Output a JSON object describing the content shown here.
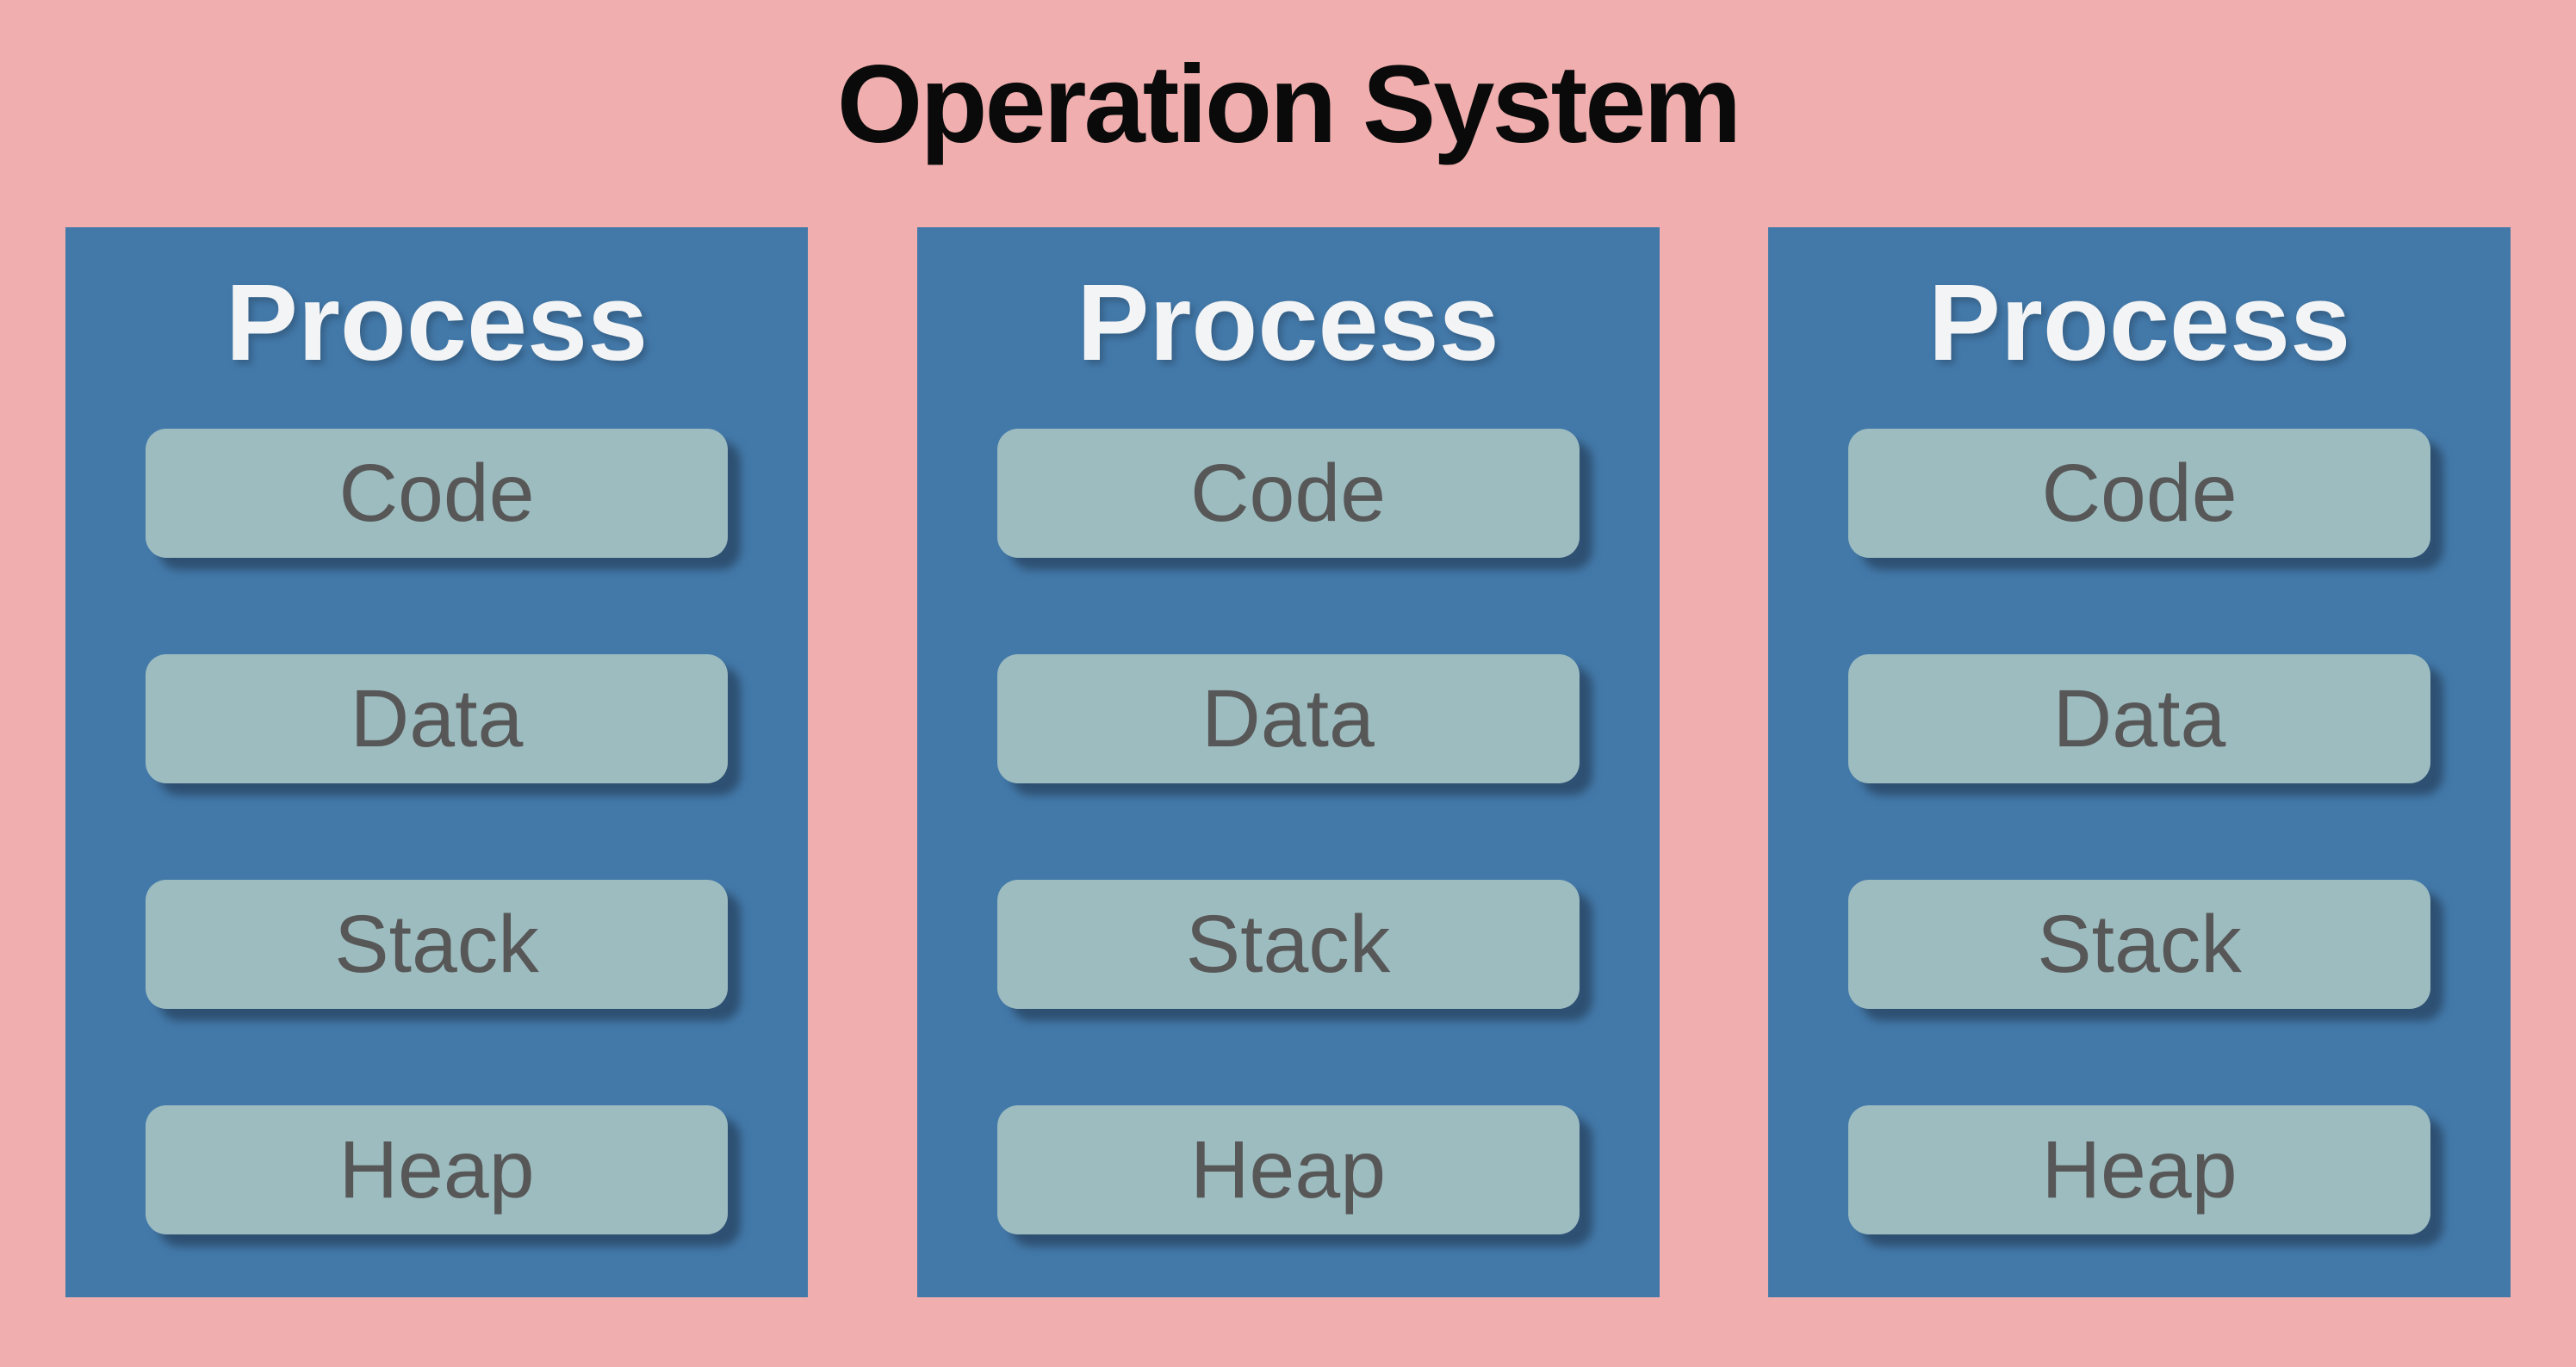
{
  "title": "Operation System",
  "processes": [
    {
      "label": "Process",
      "segments": [
        "Code",
        "Data",
        "Stack",
        "Heap"
      ]
    },
    {
      "label": "Process",
      "segments": [
        "Code",
        "Data",
        "Stack",
        "Heap"
      ]
    },
    {
      "label": "Process",
      "segments": [
        "Code",
        "Data",
        "Stack",
        "Heap"
      ]
    }
  ],
  "colors": {
    "background": "#f0aeae",
    "process_box": "#4379a9",
    "segment_box": "#9dbcc0",
    "segment_text": "#575757",
    "process_text": "#f3f4f5",
    "title_text": "#0a0a0a"
  }
}
